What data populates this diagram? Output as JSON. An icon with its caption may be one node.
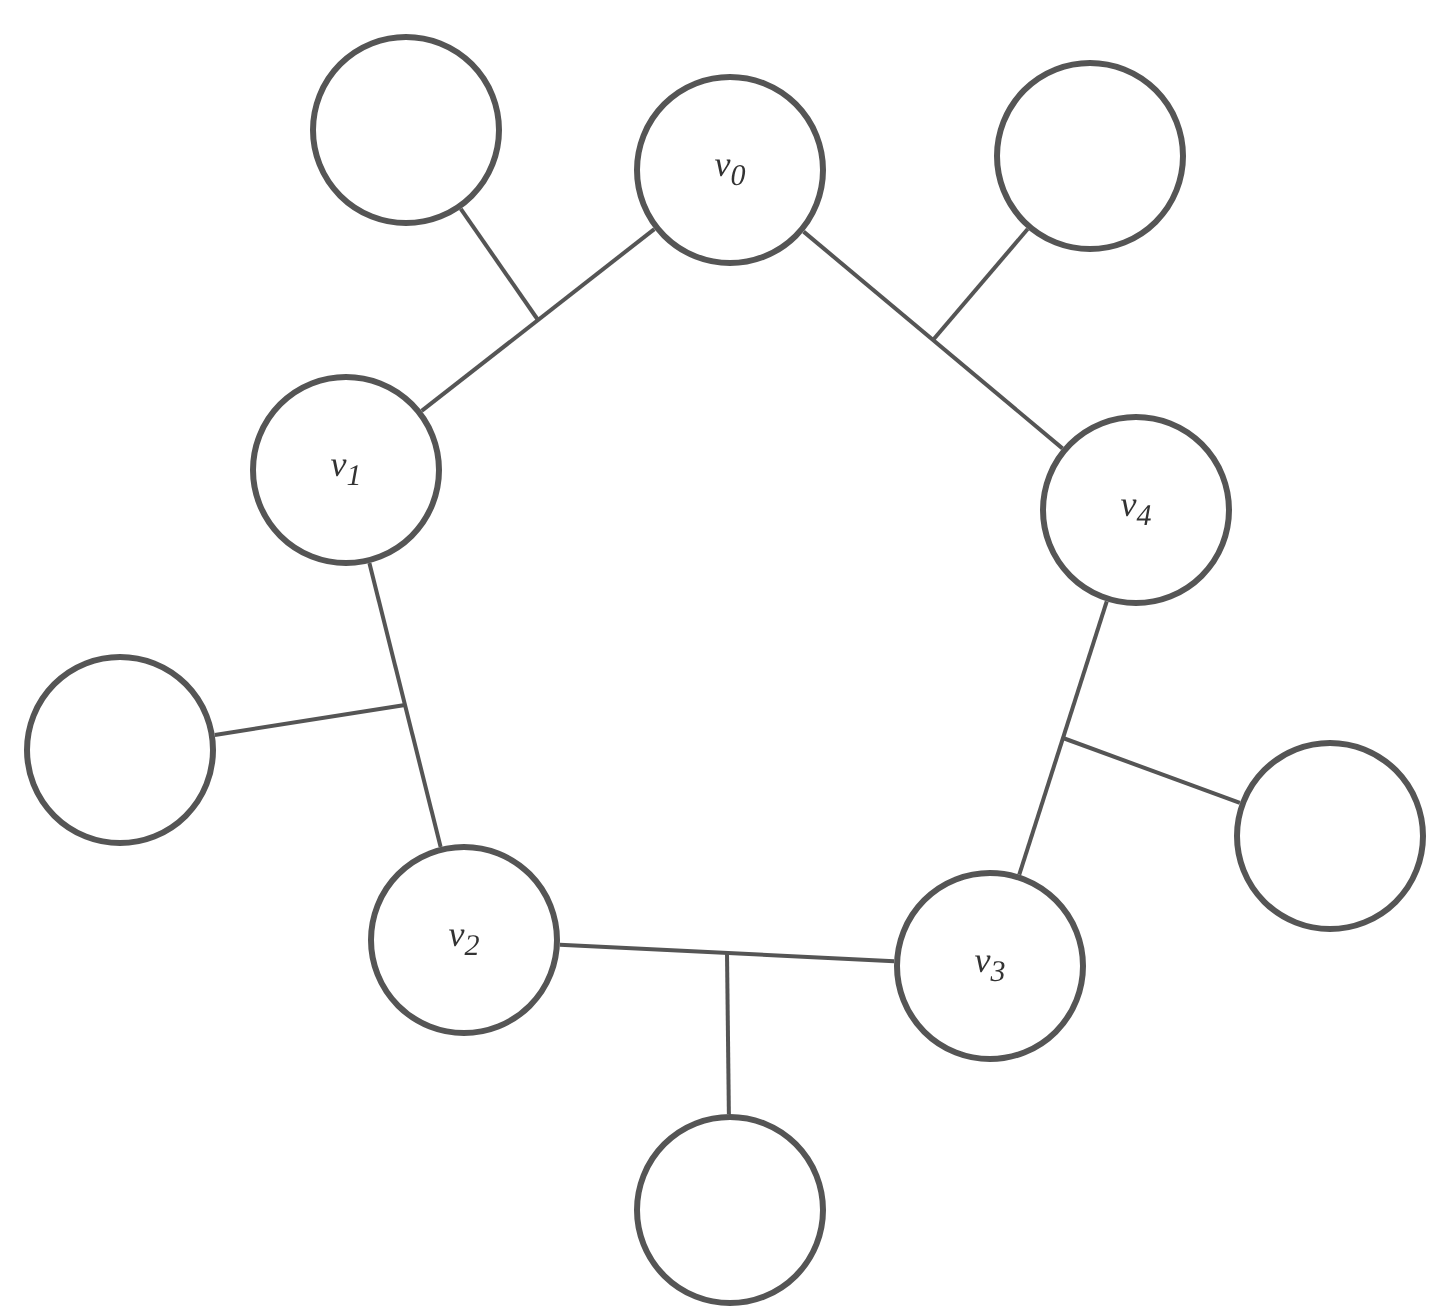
{
  "diagram": {
    "nodes": [
      {
        "text": [],
        "shape": "circle"
      },
      {
        "text": [
          "v$_{0}$"
        ]
      },
      {
        "text": [],
        "shape": "circle"
      },
      {
        "text": [
          "v$_{1}$"
        ]
      },
      {
        "text": [
          "v$_{4}$"
        ]
      },
      {
        "text": [],
        "shape": "circle"
      },
      {
        "text": [],
        "shape": "circle"
      },
      {
        "text": [
          "v$_{2}$"
        ]
      },
      {
        "text": [
          "v$_{3}$"
        ]
      },
      {
        "text": [],
        "shape": "circle"
      }
    ],
    "edges": [
      {
        "from": 1,
        "to": 3,
        "arrow": "none"
      },
      {
        "from": 3,
        "to": 7,
        "arrow": "none"
      },
      {
        "from": 7,
        "to": 8,
        "arrow": "none"
      },
      {
        "from": 8,
        "to": 4,
        "arrow": "none"
      },
      {
        "from": 4,
        "to": 1,
        "arrow": "none"
      },
      {
        "from": 0,
        "to": null,
        "arrow": "none"
      },
      {
        "from": 2,
        "to": null,
        "arrow": "none"
      },
      {
        "from": 5,
        "to": null,
        "arrow": "none"
      },
      {
        "from": 6,
        "to": null,
        "arrow": "none"
      },
      {
        "from": 9,
        "to": null,
        "arrow": "none"
      }
    ]
  }
}
